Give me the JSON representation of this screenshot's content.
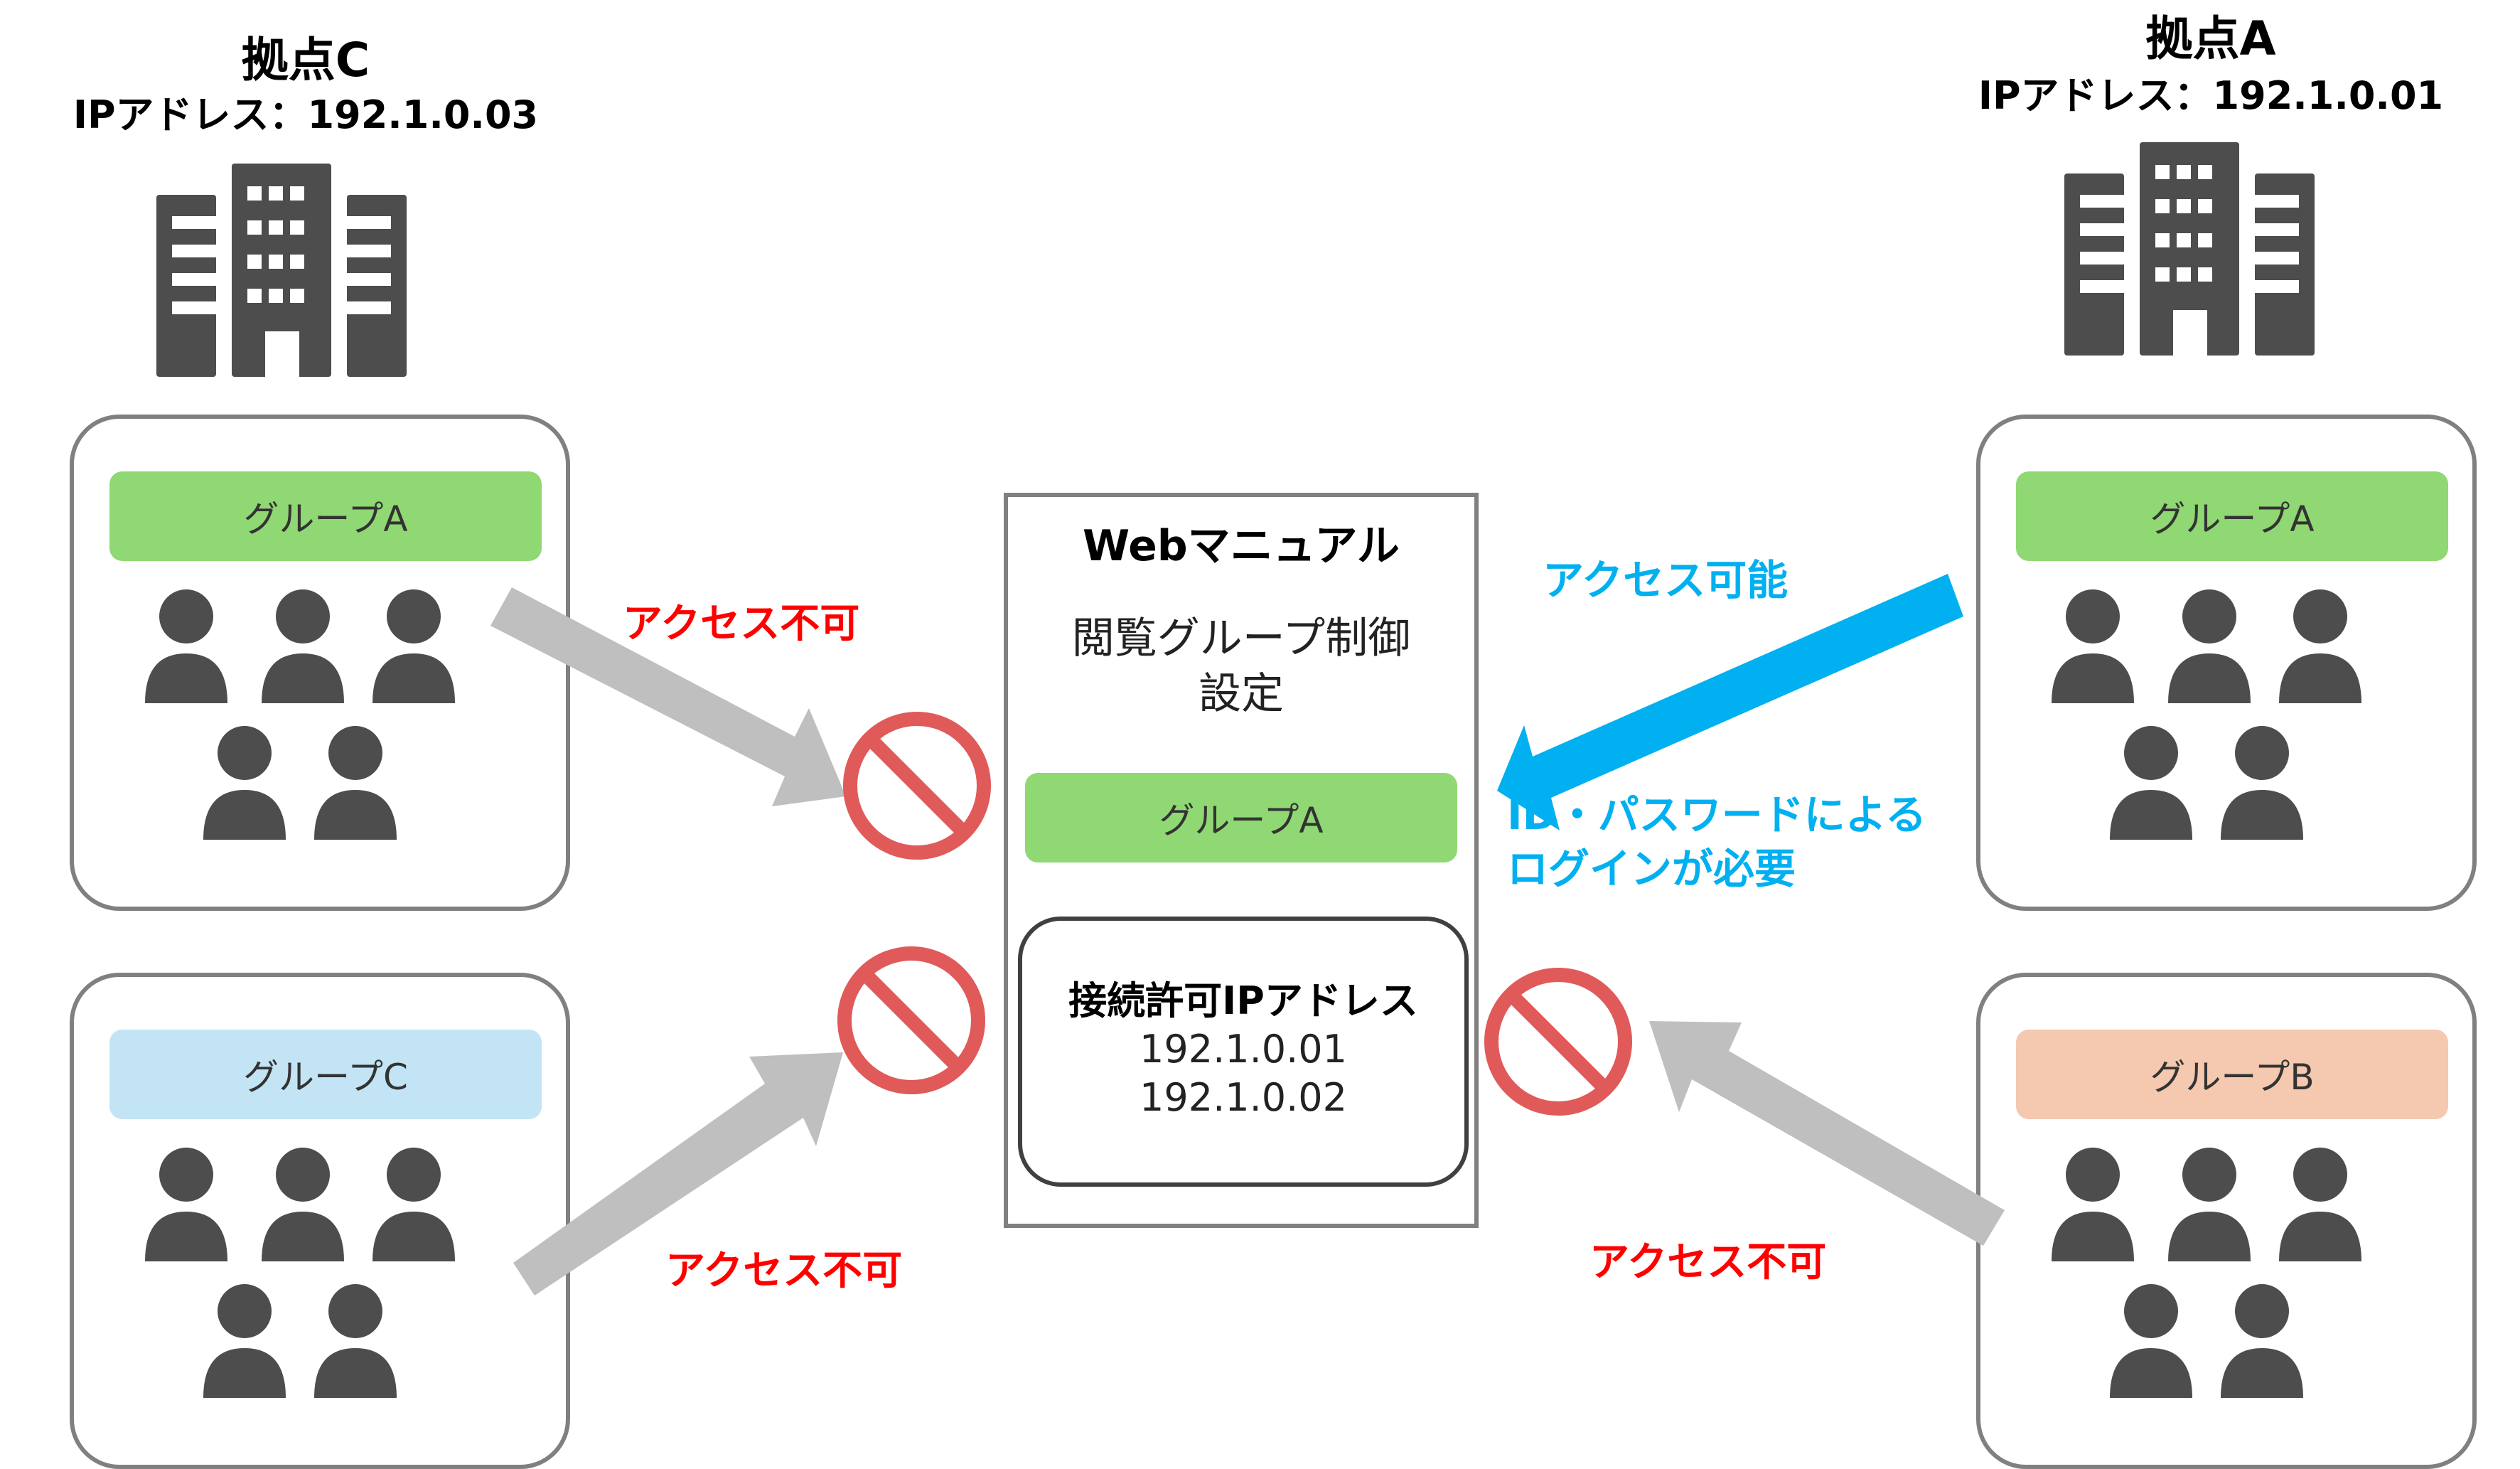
{
  "colors": {
    "icon_gray": "#4d4d4d",
    "arrow_gray": "#bfbfbf",
    "access_ok_blue": "#00b0f0",
    "deny_red": "#ff0000",
    "no_sign": "#e05a5a",
    "group_a_green": "#8fd873",
    "group_c_blue": "#c2e4f5",
    "group_b_peach": "#f5c8b0"
  },
  "sites": {
    "site_c": {
      "title": "拠点C",
      "ip": "IPアドレス：192.1.0.03",
      "icon": "building-icon"
    },
    "site_a": {
      "title": "拠点A",
      "ip": "IPアドレス：192.1.0.01",
      "icon": "building-icon"
    }
  },
  "groups": {
    "left_top": {
      "label": "グループA",
      "members": 5,
      "icon": "person-icon"
    },
    "left_bottom": {
      "label": "グループC",
      "members": 5,
      "icon": "person-icon"
    },
    "right_top": {
      "label": "グループA",
      "members": 5,
      "icon": "person-icon"
    },
    "right_bottom": {
      "label": "グループB",
      "members": 5,
      "icon": "person-icon"
    }
  },
  "center": {
    "title": "Webマニュアル",
    "subtitle_line1": "閲覧グループ制御",
    "subtitle_line2": "設定",
    "allowed_group": "グループA",
    "ip_title": "接続許可IPアドレス",
    "allowed_ips": [
      "192.1.0.01",
      "192.1.0.02"
    ]
  },
  "labels": {
    "deny_left_top": "アクセス不可",
    "deny_left_bottom": "アクセス不可",
    "deny_right_bottom": "アクセス不可",
    "access_ok": "アクセス可能",
    "login_note_line1": "ID・パスワードによる",
    "login_note_line2": "ログインが必要"
  }
}
